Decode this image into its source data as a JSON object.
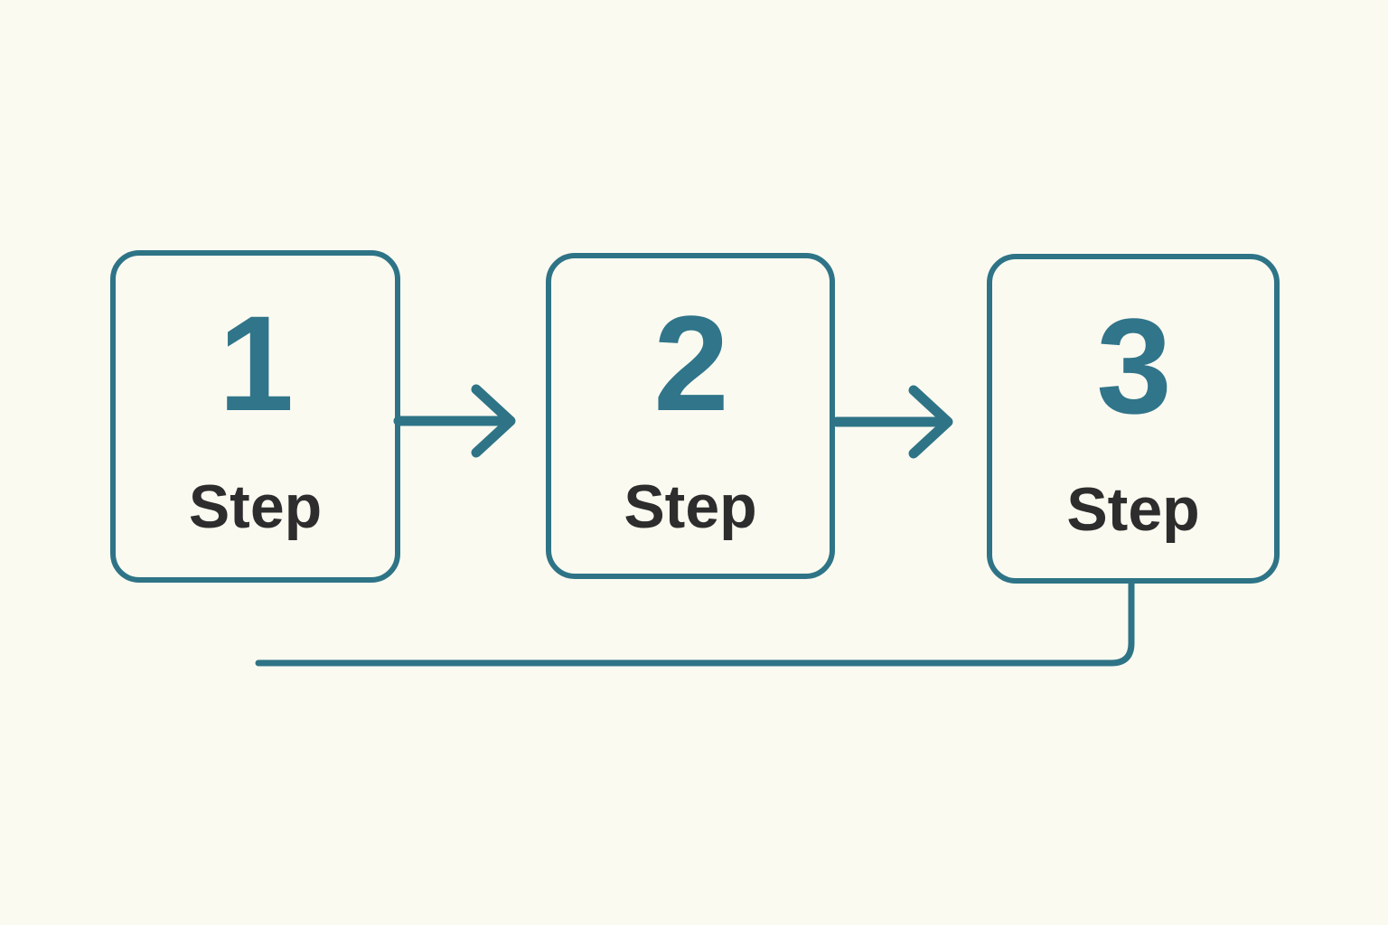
{
  "diagram": {
    "title": "three-step process flow",
    "steps": [
      {
        "number": "1",
        "label": "Step"
      },
      {
        "number": "2",
        "label": "Step"
      },
      {
        "number": "3",
        "label": "Step"
      }
    ],
    "icons": [
      {
        "name": "arrow-right-icon",
        "between": [
          "1",
          "2"
        ]
      },
      {
        "name": "arrow-right-icon",
        "between": [
          "2",
          "3"
        ]
      },
      {
        "name": "elbow-connector-line",
        "from": "3",
        "direction": "down-left"
      }
    ],
    "colors": {
      "background": "#fbfaf1",
      "accent_teal": "#2e7486",
      "number_teal": "#30758a",
      "label_gray": "#2d2d2d"
    }
  }
}
